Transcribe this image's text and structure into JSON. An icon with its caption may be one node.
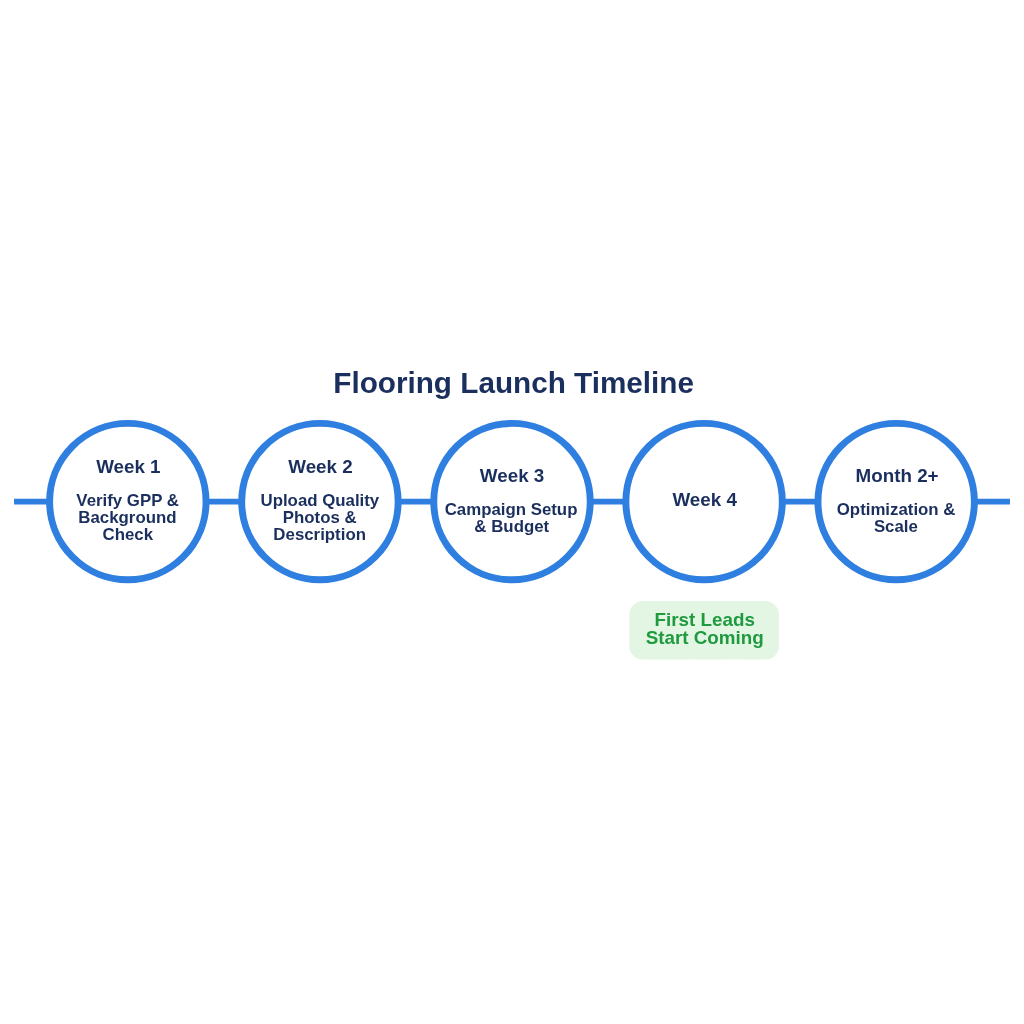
{
  "diagram": {
    "title": "Flooring Launch Timeline",
    "nodes": [
      {
        "text": [
          "Week 1",
          "Verify GPP & Background Check"
        ]
      },
      {
        "text": [
          "Week 2",
          "Upload Quality Photos & Description"
        ]
      },
      {
        "text": [
          "Week 3",
          "Campaign Setup & Budget"
        ]
      },
      {
        "text": [
          "Week 4"
        ]
      },
      {
        "text": [
          "First Leads Start Coming"
        ]
      },
      {
        "text": [
          "Month 2+",
          "Optimization & Scale"
        ]
      }
    ],
    "edges": [
      {
        "from": null,
        "to": 0,
        "arrow": "none"
      },
      {
        "from": 0,
        "to": 1,
        "arrow": "none"
      },
      {
        "from": 1,
        "to": 2,
        "arrow": "none"
      },
      {
        "from": 2,
        "to": 3,
        "arrow": "none"
      },
      {
        "from": 3,
        "to": 5,
        "arrow": "none"
      },
      {
        "from": 5,
        "to": null,
        "arrow": "none"
      }
    ]
  }
}
